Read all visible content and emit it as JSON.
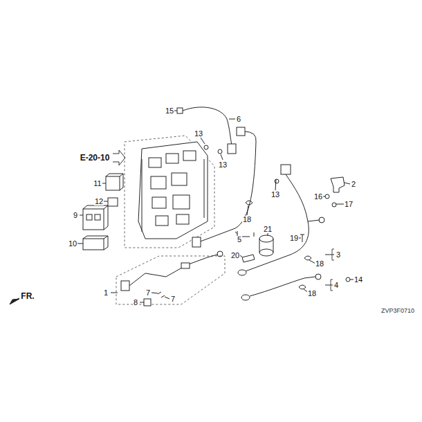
{
  "diagram": {
    "labels": [
      "15",
      "6",
      "13",
      "13",
      "E-20-10",
      "11",
      "12",
      "9",
      "10",
      "13",
      "2",
      "16",
      "17",
      "21",
      "19",
      "18",
      "5",
      "3",
      "20",
      "18",
      "4",
      "14",
      "18",
      "1",
      "7",
      "7",
      "8",
      "FR.",
      "ZVP3F0710"
    ]
  }
}
